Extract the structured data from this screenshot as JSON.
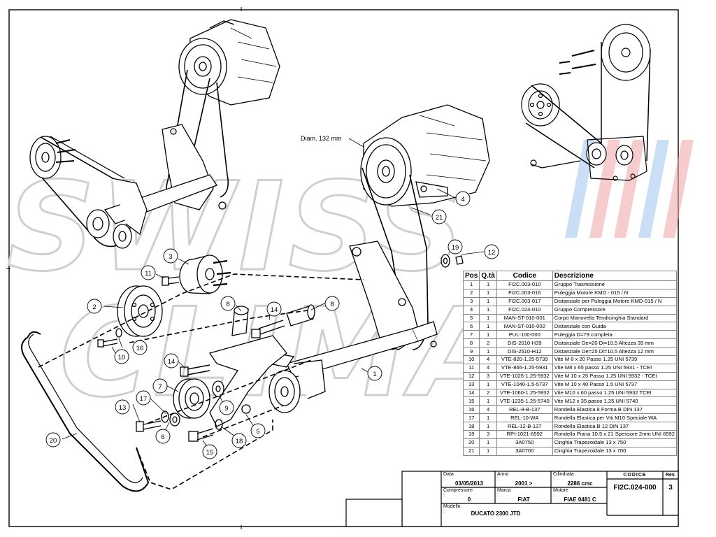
{
  "callouts": {
    "c1": "1",
    "c2": "2",
    "c3": "3",
    "c4": "4",
    "c5": "5",
    "c6": "6",
    "c7": "7",
    "c8a": "8",
    "c8b": "8",
    "c9": "9",
    "c10": "10",
    "c11": "11",
    "c12": "12",
    "c13": "13",
    "c14a": "14",
    "c14b": "14",
    "c15": "15",
    "c16": "16",
    "c17": "17",
    "c18": "18",
    "c19": "19",
    "c20": "20",
    "c21": "21"
  },
  "diam_label": "Diam. 132 mm",
  "parts_table": {
    "headers": {
      "pos": "Pos",
      "qty": "Q.tà",
      "code": "Codice",
      "desc": "Descrizione"
    },
    "rows": [
      {
        "pos": "1",
        "qty": "1",
        "code": "FI2C.003-010",
        "desc": "Gruppo Trasmissione"
      },
      {
        "pos": "2",
        "qty": "1",
        "code": "FI2C.003-016",
        "desc": "Puleggia Motore  KMD - 015 / N"
      },
      {
        "pos": "3",
        "qty": "1",
        "code": "FI2C.003-017",
        "desc": "Distanziale per Puleggia Motore KMD-015 / N"
      },
      {
        "pos": "4",
        "qty": "1",
        "code": "FI2C.024-010",
        "desc": "Gruppo Compressore"
      },
      {
        "pos": "5",
        "qty": "1",
        "code": "MAN-ST-010-001",
        "desc": "Corpo Manovella Tendicinghia Standard"
      },
      {
        "pos": "6",
        "qty": "1",
        "code": "MAN-ST-010-002",
        "desc": "Distanziale con Guida"
      },
      {
        "pos": "7",
        "qty": "1",
        "code": "PUL-100-000",
        "desc": "Puleggia D=79 completa"
      },
      {
        "pos": "8",
        "qty": "2",
        "code": "DIS-2010-H39",
        "desc": "Distanziale De=20 Di=10.5 Altezza 39 mm"
      },
      {
        "pos": "9",
        "qty": "1",
        "code": "DIS-2510-H12",
        "desc": "Distanziale De=25 Di=10.5 Altezza 12 mm"
      },
      {
        "pos": "10",
        "qty": "4",
        "code": "VTE-820-1.25-5739",
        "desc": "Vite M 8 x 20 Passo 1.25 UNI 5739"
      },
      {
        "pos": "11",
        "qty": "4",
        "code": "VTE-865-1.25-5931",
        "desc": "Vite M8 x 65 passo 1.25 UNI 5931 - TCEI"
      },
      {
        "pos": "12",
        "qty": "3",
        "code": "VTE-1025-1.25-5932",
        "desc": "Vite M 10 x 25 Passo 1.25 UNI 5932 - TCEI"
      },
      {
        "pos": "13",
        "qty": "1",
        "code": "VTE-1040-1.5-5737",
        "desc": "Vite M 10 x 40 Passo 1.5 UNI 5737"
      },
      {
        "pos": "14",
        "qty": "2",
        "code": "VTE-1060-1.25-5932",
        "desc": "Vite M10 x 60 passo 1.25 UNI 5932 TCEI"
      },
      {
        "pos": "15",
        "qty": "1",
        "code": "VTE-1235-1.25-5740",
        "desc": "Vite M12 x 35 passo 1.25 UNI 5740"
      },
      {
        "pos": "16",
        "qty": "4",
        "code": "REL-8-B-137",
        "desc": "Rondella Elastica 8 Forma B DIN 137"
      },
      {
        "pos": "17",
        "qty": "1",
        "code": "REL-10-WA",
        "desc": "Rondella Elastica per Viti M10 Speciale WA"
      },
      {
        "pos": "18",
        "qty": "1",
        "code": "REL-12-B-137",
        "desc": "Rondella Elastica B 12 DIN 137"
      },
      {
        "pos": "19",
        "qty": "3",
        "code": "RPI-1021-6592",
        "desc": "Rondella Piana 10.5 x 21 Spessore 2mm  UNI 6592"
      },
      {
        "pos": "20",
        "qty": "1",
        "code": "3A0750",
        "desc": "Cinghia Trapezoidale 13 x 750"
      },
      {
        "pos": "21",
        "qty": "1",
        "code": "3A0700",
        "desc": "Cinghia Trapezoidale 13 x 700"
      }
    ]
  },
  "title_block": {
    "data_label": "Data :",
    "data_value": "03/05/2013",
    "anno_label": "Anno :",
    "anno_value": "2001 >",
    "cilindrata_label": "Cilindrata :",
    "cilindrata_value": "2286 cmc",
    "compressore_label": "Compressore :",
    "compressore_value": "0",
    "marca_label": "Marca :",
    "marca_value": "FIAT",
    "motore_label": "Motore :",
    "motore_value": "FIAE 0481 C",
    "modello_label": "Modello :",
    "modello_value": "DUCATO 2300 JTD",
    "codice_label": "CODICE",
    "codice_value": "FI2C.024-000",
    "rev_label": "Rev.",
    "rev_value": "3"
  },
  "colors": {
    "line": "#000000",
    "watermark_gray": "#d9d9d9",
    "watermark_red": "#f2b8b8",
    "watermark_blue": "#b8d4f2"
  }
}
